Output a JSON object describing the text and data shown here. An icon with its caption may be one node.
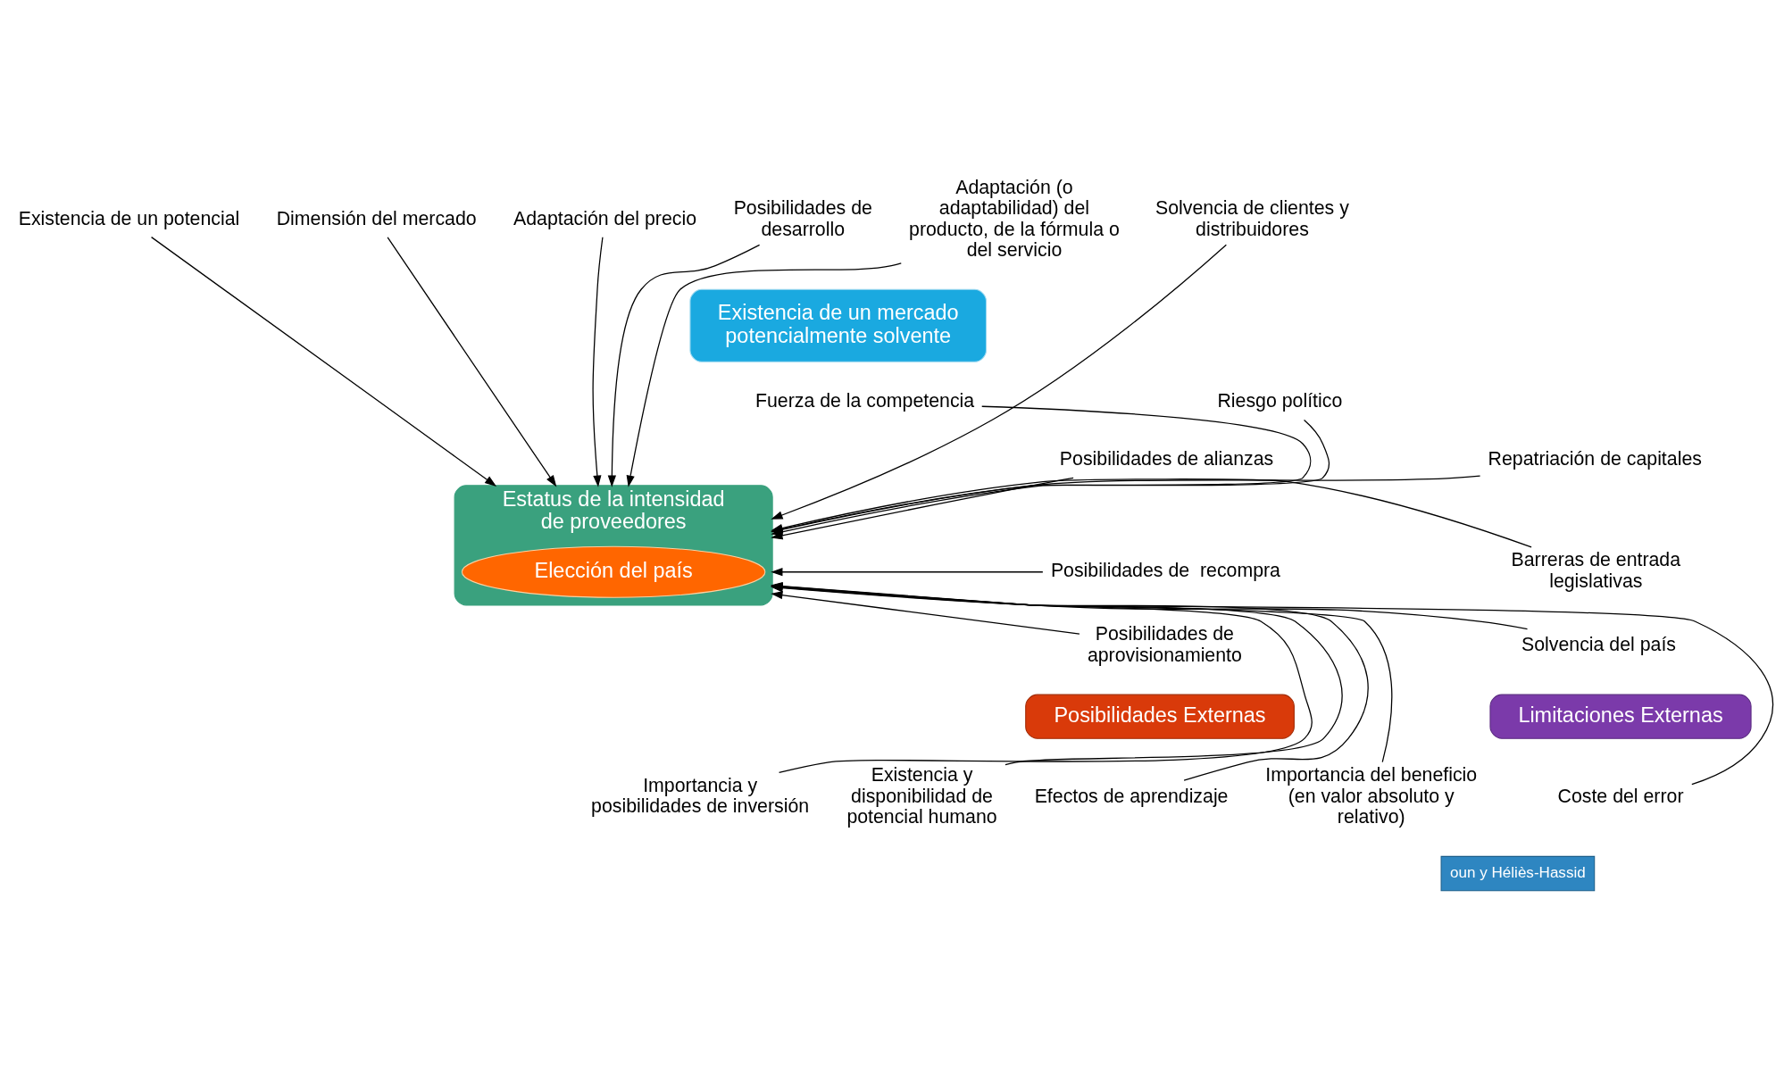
{
  "diagram": {
    "nodes": [
      {
        "text": [
          "Dimensión del mercado"
        ]
      },
      {
        "text": [
          "Existencia de un potencial"
        ]
      },
      {
        "text": [
          "Adaptación del precio"
        ]
      },
      {
        "text": [
          "Posibilidades de desarrollo"
        ]
      },
      {
        "text": [
          "Adaptación (o adaptabilidad) del producto, de la fórmula o del servicio"
        ]
      },
      {
        "text": [
          "Solvencia de clientes y distribuidores"
        ]
      },
      {
        "text": [
          "Existencia de un mercado potencialmente solvente"
        ]
      },
      {
        "text": [
          "Estatus de la intensidad de proveedores"
        ]
      },
      {
        "text": [
          "Elección del país"
        ],
        "in": 7
      },
      {
        "text": [
          "Fuerza de la competencia"
        ]
      },
      {
        "text": [
          "Posibilidades de alianzas"
        ]
      },
      {
        "text": [
          "Posibilidades de  recompra"
        ]
      },
      {
        "text": [
          "Posibilidades de aprovisionamiento"
        ]
      },
      {
        "text": [
          "Riesgo político"
        ]
      },
      {
        "text": [
          "Repatriación de capitales"
        ]
      },
      {
        "text": [
          "Barreras de entrada legislativas"
        ]
      },
      {
        "text": [
          "Solvencia del país"
        ]
      },
      {
        "text": [
          "Posibilidades Externas"
        ]
      },
      {
        "text": [
          "Limitaciones Externas"
        ]
      },
      {
        "text": [
          "Importancia y posibilidades de inversión"
        ]
      },
      {
        "text": [
          "Existencia y disponibilidad de potencial humano"
        ]
      },
      {
        "text": [
          "Efectos de aprendizaje"
        ]
      },
      {
        "text": [
          "Importancia del beneficio",
          "(en valor absoluto y relativo)"
        ]
      },
      {
        "text": [
          "Coste del error"
        ]
      }
    ],
    "edges": [
      {
        "from": 1,
        "to": 7,
        "arrow": "to"
      },
      {
        "from": 0,
        "to": 7,
        "arrow": "to"
      },
      {
        "from": 2,
        "to": 7,
        "arrow": "to"
      },
      {
        "from": 3,
        "to": 7,
        "arrow": "to"
      },
      {
        "from": 4,
        "to": 7,
        "arrow": "to"
      },
      {
        "from": 5,
        "to": 7,
        "arrow": "to"
      },
      {
        "from": 9,
        "to": 7,
        "arrow": "to"
      },
      {
        "from": 10,
        "to": 7,
        "arrow": "to"
      },
      {
        "from": 11,
        "to": 7,
        "arrow": "to"
      },
      {
        "from": 12,
        "to": 7,
        "arrow": "to"
      },
      {
        "from": 13,
        "to": 7,
        "arrow": "to"
      },
      {
        "from": 14,
        "to": 7,
        "arrow": "to"
      },
      {
        "from": 15,
        "to": 7,
        "arrow": "to"
      },
      {
        "from": 16,
        "to": 7,
        "arrow": "to"
      },
      {
        "from": 19,
        "to": 7,
        "arrow": "to"
      },
      {
        "from": 20,
        "to": 7,
        "arrow": "to"
      },
      {
        "from": 21,
        "to": 7,
        "arrow": "to"
      },
      {
        "from": 22,
        "to": 7,
        "arrow": "to"
      },
      {
        "from": 23,
        "to": 7,
        "arrow": "to"
      }
    ],
    "labels": [
      "oun y Héliès-Hassid"
    ]
  }
}
